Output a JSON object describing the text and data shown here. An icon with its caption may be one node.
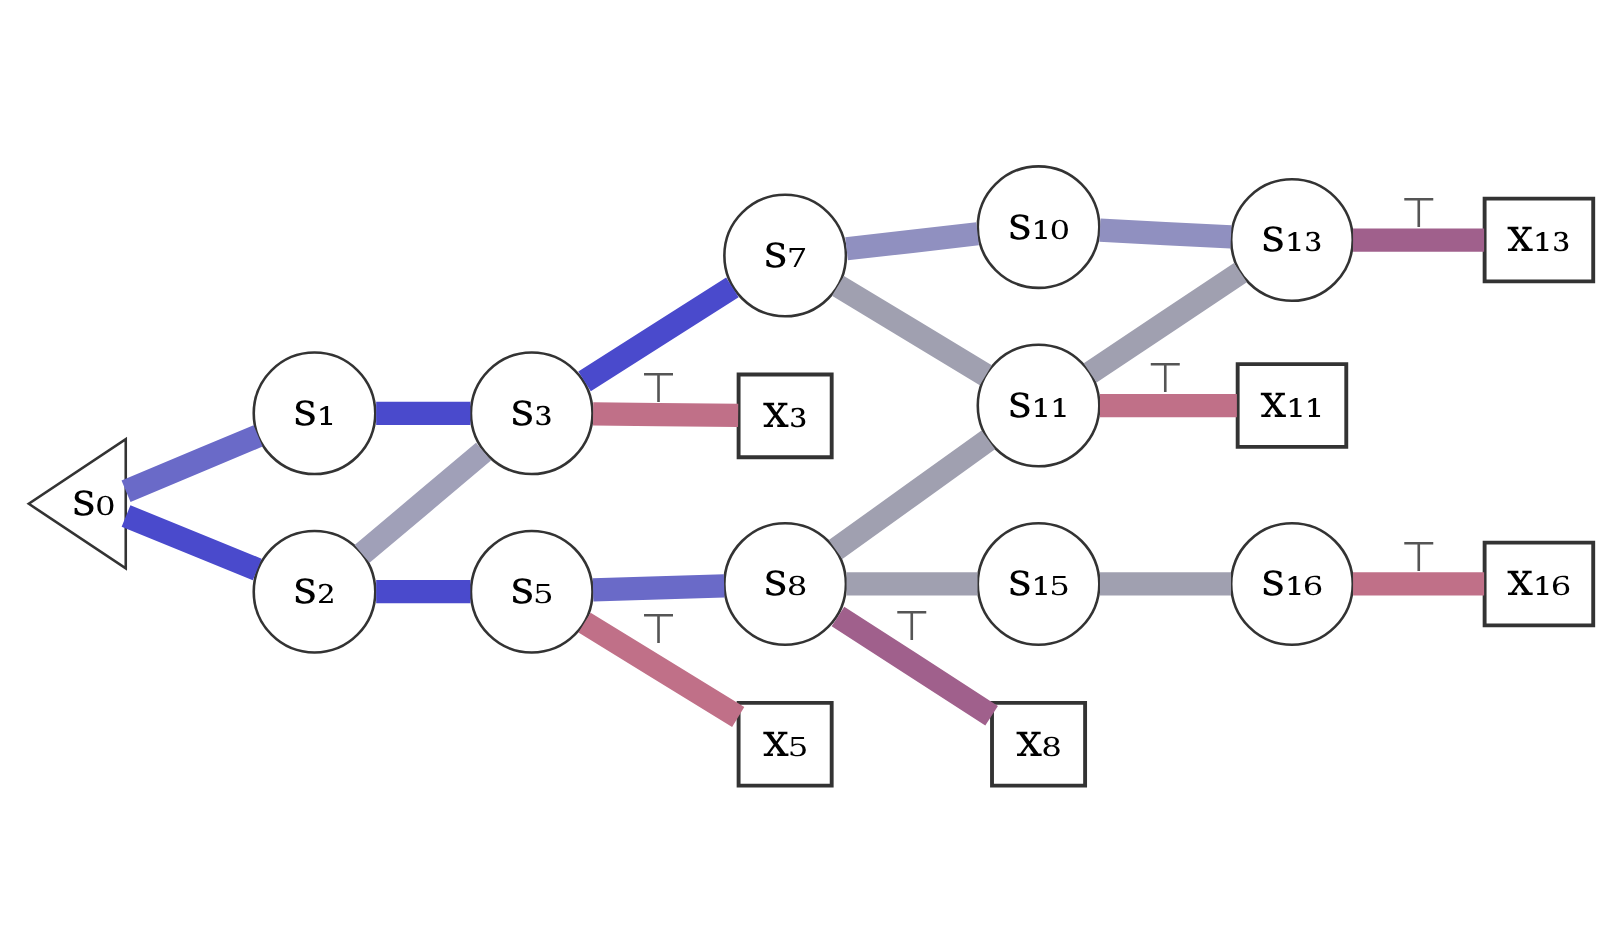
{
  "diagram": {
    "nodes": [
      {
        "text": [
          "s₀"
        ]
      },
      {
        "text": [
          "s₁"
        ]
      },
      {
        "text": [
          "s₃"
        ]
      },
      {
        "text": [
          "s₇"
        ]
      },
      {
        "text": [
          "s₁₀"
        ]
      },
      {
        "text": [
          "s₁₃"
        ]
      },
      {
        "text": [
          "x₃"
        ]
      },
      {
        "text": [
          "s₁₁"
        ]
      },
      {
        "text": [
          "s₂"
        ]
      },
      {
        "text": [
          "x₁₃"
        ]
      },
      {
        "text": [
          "s₅"
        ]
      },
      {
        "text": [
          "s₈"
        ]
      },
      {
        "text": [
          "x₁₁"
        ]
      },
      {
        "text": [
          "s₁₅"
        ]
      },
      {
        "text": [
          "x₅"
        ]
      },
      {
        "text": [
          "x₈"
        ]
      },
      {
        "text": [
          "s₁₆"
        ]
      },
      {
        "text": [
          "x₁₆"
        ]
      }
    ],
    "edges": [
      {
        "from": 0,
        "to": 1,
        "arrow": "none",
        "color": "#6a6ac8"
      },
      {
        "from": 0,
        "to": 8,
        "arrow": "none",
        "color": "#4a4acc"
      },
      {
        "from": 1,
        "to": 2,
        "arrow": "none",
        "color": "#4a4acc"
      },
      {
        "from": 8,
        "to": 2,
        "arrow": "none",
        "color": "#a0a0b8"
      },
      {
        "from": 2,
        "to": 3,
        "arrow": "none",
        "color": "#4a4acc"
      },
      {
        "from": 2,
        "to": 6,
        "label": "⊤",
        "arrow": "none",
        "color": "#c07088"
      },
      {
        "from": 3,
        "to": 4,
        "arrow": "none",
        "color": "#9090c0"
      },
      {
        "from": 3,
        "to": 7,
        "arrow": "none",
        "color": "#a0a0b0"
      },
      {
        "from": 4,
        "to": 5,
        "arrow": "none",
        "color": "#9090c0"
      },
      {
        "from": 7,
        "to": 5,
        "arrow": "none",
        "color": "#a0a0b0"
      },
      {
        "from": 5,
        "to": 9,
        "label": "⊤",
        "arrow": "none",
        "color": "#a0608c"
      },
      {
        "from": 8,
        "to": 10,
        "arrow": "none",
        "color": "#4a4acc"
      },
      {
        "from": 10,
        "to": 11,
        "arrow": "none",
        "color": "#6a6ac8"
      },
      {
        "from": 10,
        "to": 14,
        "label": "⊤",
        "arrow": "none",
        "color": "#c07088"
      },
      {
        "from": 11,
        "to": 7,
        "arrow": "none",
        "color": "#a0a0b0"
      },
      {
        "from": 11,
        "to": 15,
        "label": "⊤",
        "arrow": "none",
        "color": "#a0608c"
      },
      {
        "from": 11,
        "to": 13,
        "arrow": "none",
        "color": "#a0a0b0"
      },
      {
        "from": 7,
        "to": 12,
        "label": "⊤",
        "arrow": "none",
        "color": "#c07088"
      },
      {
        "from": 13,
        "to": 16,
        "arrow": "none",
        "color": "#a0a0b0"
      },
      {
        "from": 16,
        "to": 17,
        "label": "⊤",
        "arrow": "none",
        "color": "#c07088"
      }
    ]
  }
}
